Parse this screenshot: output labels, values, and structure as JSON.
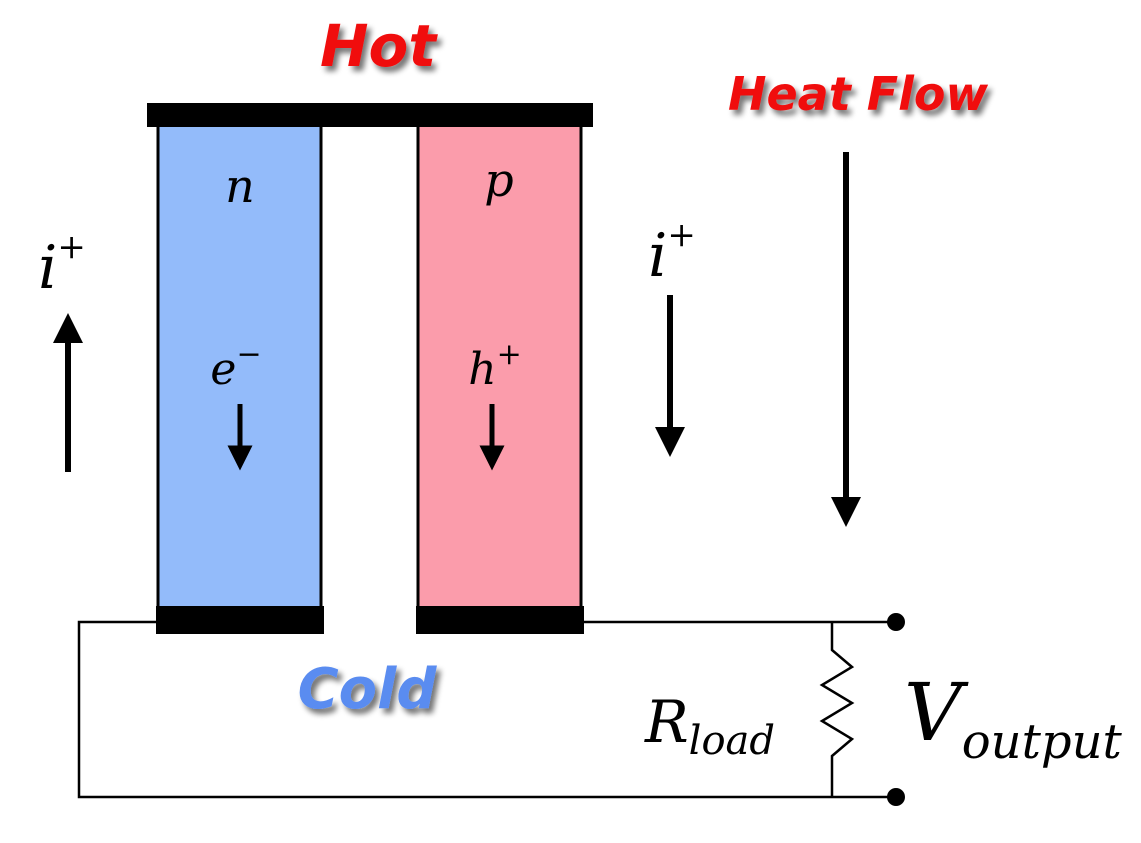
{
  "labels": {
    "hot": "Hot",
    "cold": "Cold",
    "heat_flow": "Heat Flow"
  },
  "legs": {
    "n": {
      "type": "n",
      "carrier": "e",
      "carrier_sign": "−",
      "fill": "#93BBFA"
    },
    "p": {
      "type": "p",
      "carrier": "h",
      "carrier_sign": "+",
      "fill": "#FB9CAB"
    }
  },
  "current": {
    "symbol": "i",
    "sign": "+"
  },
  "load": {
    "symbol": "R",
    "subscript": "load"
  },
  "output": {
    "symbol": "V",
    "subscript": "output"
  },
  "colors": {
    "hot_label": "#F01010",
    "cold_label": "#5A8CF0",
    "heat_flow_label": "#F01010",
    "electrodes": "#000000",
    "wire": "#000000"
  }
}
